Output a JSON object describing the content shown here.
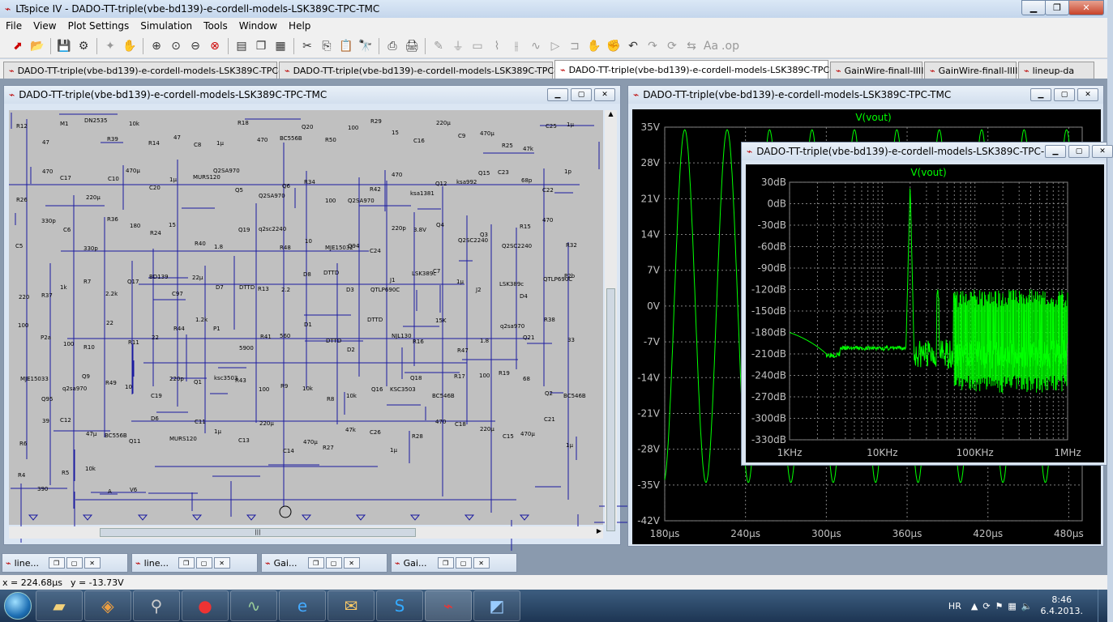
{
  "app": {
    "title": "LTspice IV - DADO-TT-triple(vbe-bd139)-e-cordell-models-LSK389C-TPC-TMC"
  },
  "menu": [
    "File",
    "View",
    "Plot Settings",
    "Simulation",
    "Tools",
    "Window",
    "Help"
  ],
  "tabs": [
    "DADO-TT-triple(vbe-bd139)-e-cordell-models-LSK389C-TPC-TMC",
    "DADO-TT-triple(vbe-bd139)-e-cordell-models-LSK389C-TPC-TMC",
    "DADO-TT-triple(vbe-bd139)-e-cordell-models-LSK389C-TPC-TMC",
    "GainWire-finall-IIII",
    "GainWire-finall-IIII",
    "lineup-da"
  ],
  "schematic_window": {
    "title": "DADO-TT-triple(vbe-bd139)-e-cordell-models-LSK389C-TPC-TMC",
    "labels": [
      "R12",
      "47",
      "M1",
      "DN2535",
      "R39",
      "10k",
      "R14",
      "47",
      "C8",
      "1µ",
      "R18",
      "470",
      "BC556B",
      "Q20",
      "R50",
      "100",
      "R29",
      "15",
      "C16",
      "220µ",
      "C9",
      "470µ",
      "R25",
      "47k",
      "C25",
      "1µ",
      "R26",
      "470",
      "C17",
      "220µ",
      "C10",
      "470µ",
      "C20",
      "1µ",
      "MURS120",
      "Q2SA970",
      "Q5",
      "Q2SA970",
      "Q6",
      "R34",
      "100",
      "Q2SA970",
      "R42",
      "470",
      "ksa1381",
      "Q12",
      "ksa992",
      "Q15",
      "C23",
      "68p",
      "C22",
      "1p",
      "C5",
      "330p",
      "C6",
      "330p",
      "R36",
      "180",
      "R24",
      "15",
      "R40",
      "1.8",
      "Q19",
      "q2sc2240",
      "R48",
      "10",
      "MJE15032",
      "Q94",
      "C24",
      "220p",
      "3.8V",
      "Q4",
      "Q2SC2240",
      "Q3",
      "Q2SC2240",
      "R15",
      "470",
      "R32",
      "220",
      "R37",
      "1k",
      "R7",
      "2.2k",
      "Q17",
      "BD139",
      "C97",
      "22µ",
      "D7",
      "DTTD",
      "R13",
      "2.2",
      "D8",
      "DTTD",
      "D3",
      "QTLP690C",
      "J1",
      "LSK389c",
      "C7",
      "1µ",
      "J2",
      "LSK389c",
      "D4",
      "QTLP690C",
      "P2b",
      "100",
      "P2a",
      "100",
      "R10",
      "22",
      "R11",
      "22",
      "R44",
      "1.2k",
      "P1",
      "5900",
      "R41",
      "560",
      "D1",
      "DTTD",
      "D2",
      "DTTD",
      "NJL130",
      "R16",
      "15K",
      "R47",
      "1.8",
      "q2sa970",
      "Q21",
      "R38",
      "33",
      "MJE15033",
      "Q95",
      "q2sa970",
      "Q9",
      "R49",
      "10",
      "C19",
      "220p",
      "Q1",
      "ksc3503",
      "R43",
      "100",
      "R9",
      "10k",
      "R8",
      "10k",
      "Q16",
      "KSC3503",
      "Q18",
      "BC546B",
      "R17",
      "100",
      "R19",
      "68",
      "Q2",
      "BC546B",
      "R6",
      "39",
      "C12",
      "47µ",
      "BC556B",
      "Q11",
      "D6",
      "MURS120",
      "C11",
      "1µ",
      "C13",
      "220µ",
      "C14",
      "470µ",
      "R27",
      "47k",
      "C26",
      "1µ",
      "R28",
      "470",
      "C18",
      "220µ",
      "C15",
      "470µ",
      "C21",
      "1µ",
      "R4",
      "390",
      "R5",
      "10k",
      "A",
      "V6"
    ]
  },
  "time_plot": {
    "title": "DADO-TT-triple(vbe-bd139)-e-cordell-models-LSK389C-TPC-TMC",
    "trace": "V(vout)",
    "y_ticks": [
      "35V",
      "28V",
      "21V",
      "14V",
      "7V",
      "0V",
      "-7V",
      "-14V",
      "-21V",
      "-28V",
      "-35V",
      "-42V"
    ],
    "x_ticks": [
      "180µs",
      "240µs",
      "300µs",
      "360µs",
      "420µs",
      "480µs"
    ]
  },
  "fft_plot": {
    "title": "DADO-TT-triple(vbe-bd139)-e-cordell-models-LSK389C-TPC-...",
    "trace": "V(vout)",
    "y_ticks": [
      "30dB",
      "0dB",
      "-30dB",
      "-60dB",
      "-90dB",
      "-120dB",
      "-150dB",
      "-180dB",
      "-210dB",
      "-240dB",
      "-270dB",
      "-300dB",
      "-330dB"
    ],
    "x_ticks": [
      "1KHz",
      "10KHz",
      "100KHz",
      "1MHz"
    ]
  },
  "minimized": [
    "line...",
    "line...",
    "Gai...",
    "Gai..."
  ],
  "status": {
    "x": "x = 224.68µs",
    "y": "y = -13.73V"
  },
  "tray": {
    "lang": "HR",
    "time": "8:46",
    "date": "6.4.2013."
  },
  "chart_data": [
    {
      "type": "line",
      "title": "",
      "series": [
        {
          "name": "V(vout)",
          "x_unit": "µs",
          "y_unit": "V",
          "frequency_hint": "sinusoid ~30µs period, amplitude ~35V"
        }
      ],
      "ylim": [
        -42,
        35
      ],
      "xlim": [
        180,
        490
      ],
      "y_ticks": [
        35,
        28,
        21,
        14,
        7,
        0,
        -7,
        -14,
        -21,
        -28,
        -35,
        -42
      ],
      "x_ticks": [
        180,
        240,
        300,
        360,
        420,
        480
      ]
    },
    {
      "type": "line",
      "title": "",
      "series": [
        {
          "name": "V(vout)",
          "x_unit": "Hz",
          "y_unit": "dB",
          "fundamental_peak": {
            "x": 20000,
            "y": 27
          }
        }
      ],
      "xscale": "log",
      "ylim": [
        -330,
        30
      ],
      "xlim": [
        1000,
        1000000
      ],
      "y_ticks": [
        30,
        0,
        -30,
        -60,
        -90,
        -120,
        -150,
        -180,
        -210,
        -240,
        -270,
        -300,
        -330
      ]
    }
  ]
}
